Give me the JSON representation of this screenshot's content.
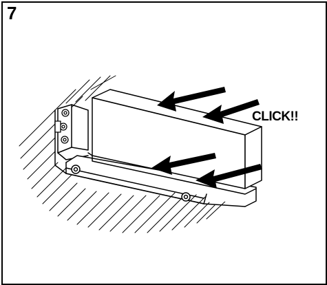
{
  "step": {
    "number": "7"
  },
  "callout": {
    "text": "CLICK!!"
  },
  "colors": {
    "line": "#000000",
    "background": "#ffffff"
  },
  "icons": [
    "arrow-icon",
    "screw-icon",
    "wall-hatch"
  ]
}
